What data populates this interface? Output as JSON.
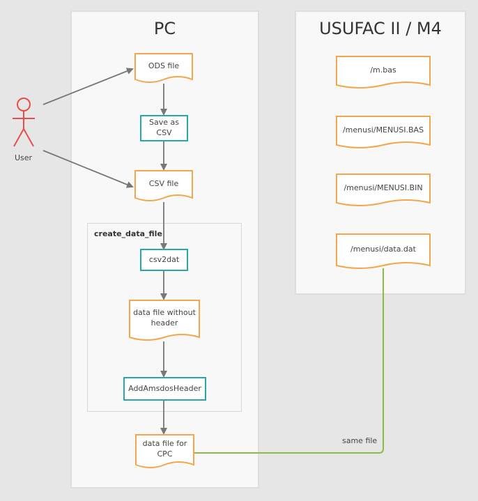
{
  "lanes": {
    "pc": {
      "title": "PC"
    },
    "usufac": {
      "title": "USUFAC II / M4"
    }
  },
  "group": {
    "label": "create_data_file"
  },
  "actor": {
    "label": "User"
  },
  "pc_nodes": {
    "ods": "ODS file",
    "save_as_csv": "Save as CSV",
    "csv": "CSV file",
    "csv2dat": "csv2dat",
    "data_no_header": "data file without header",
    "add_header": "AddAmsdosHeader",
    "data_cpc": "data file for CPC"
  },
  "m4_nodes": {
    "mbas": "/m.bas",
    "menusi_bas": "/menusi/MENUSI.BAS",
    "menusi_bin": "/menusi/MENUSI.BIN",
    "data_dat": "/menusi/data.dat"
  },
  "edge_labels": {
    "same_file": "same file"
  },
  "colors": {
    "doc_stroke": "#f5a64a",
    "process_stroke": "#26a9a6",
    "actor": "#ea4b4b",
    "arrow": "#777777",
    "link": "#8bbd3f"
  }
}
